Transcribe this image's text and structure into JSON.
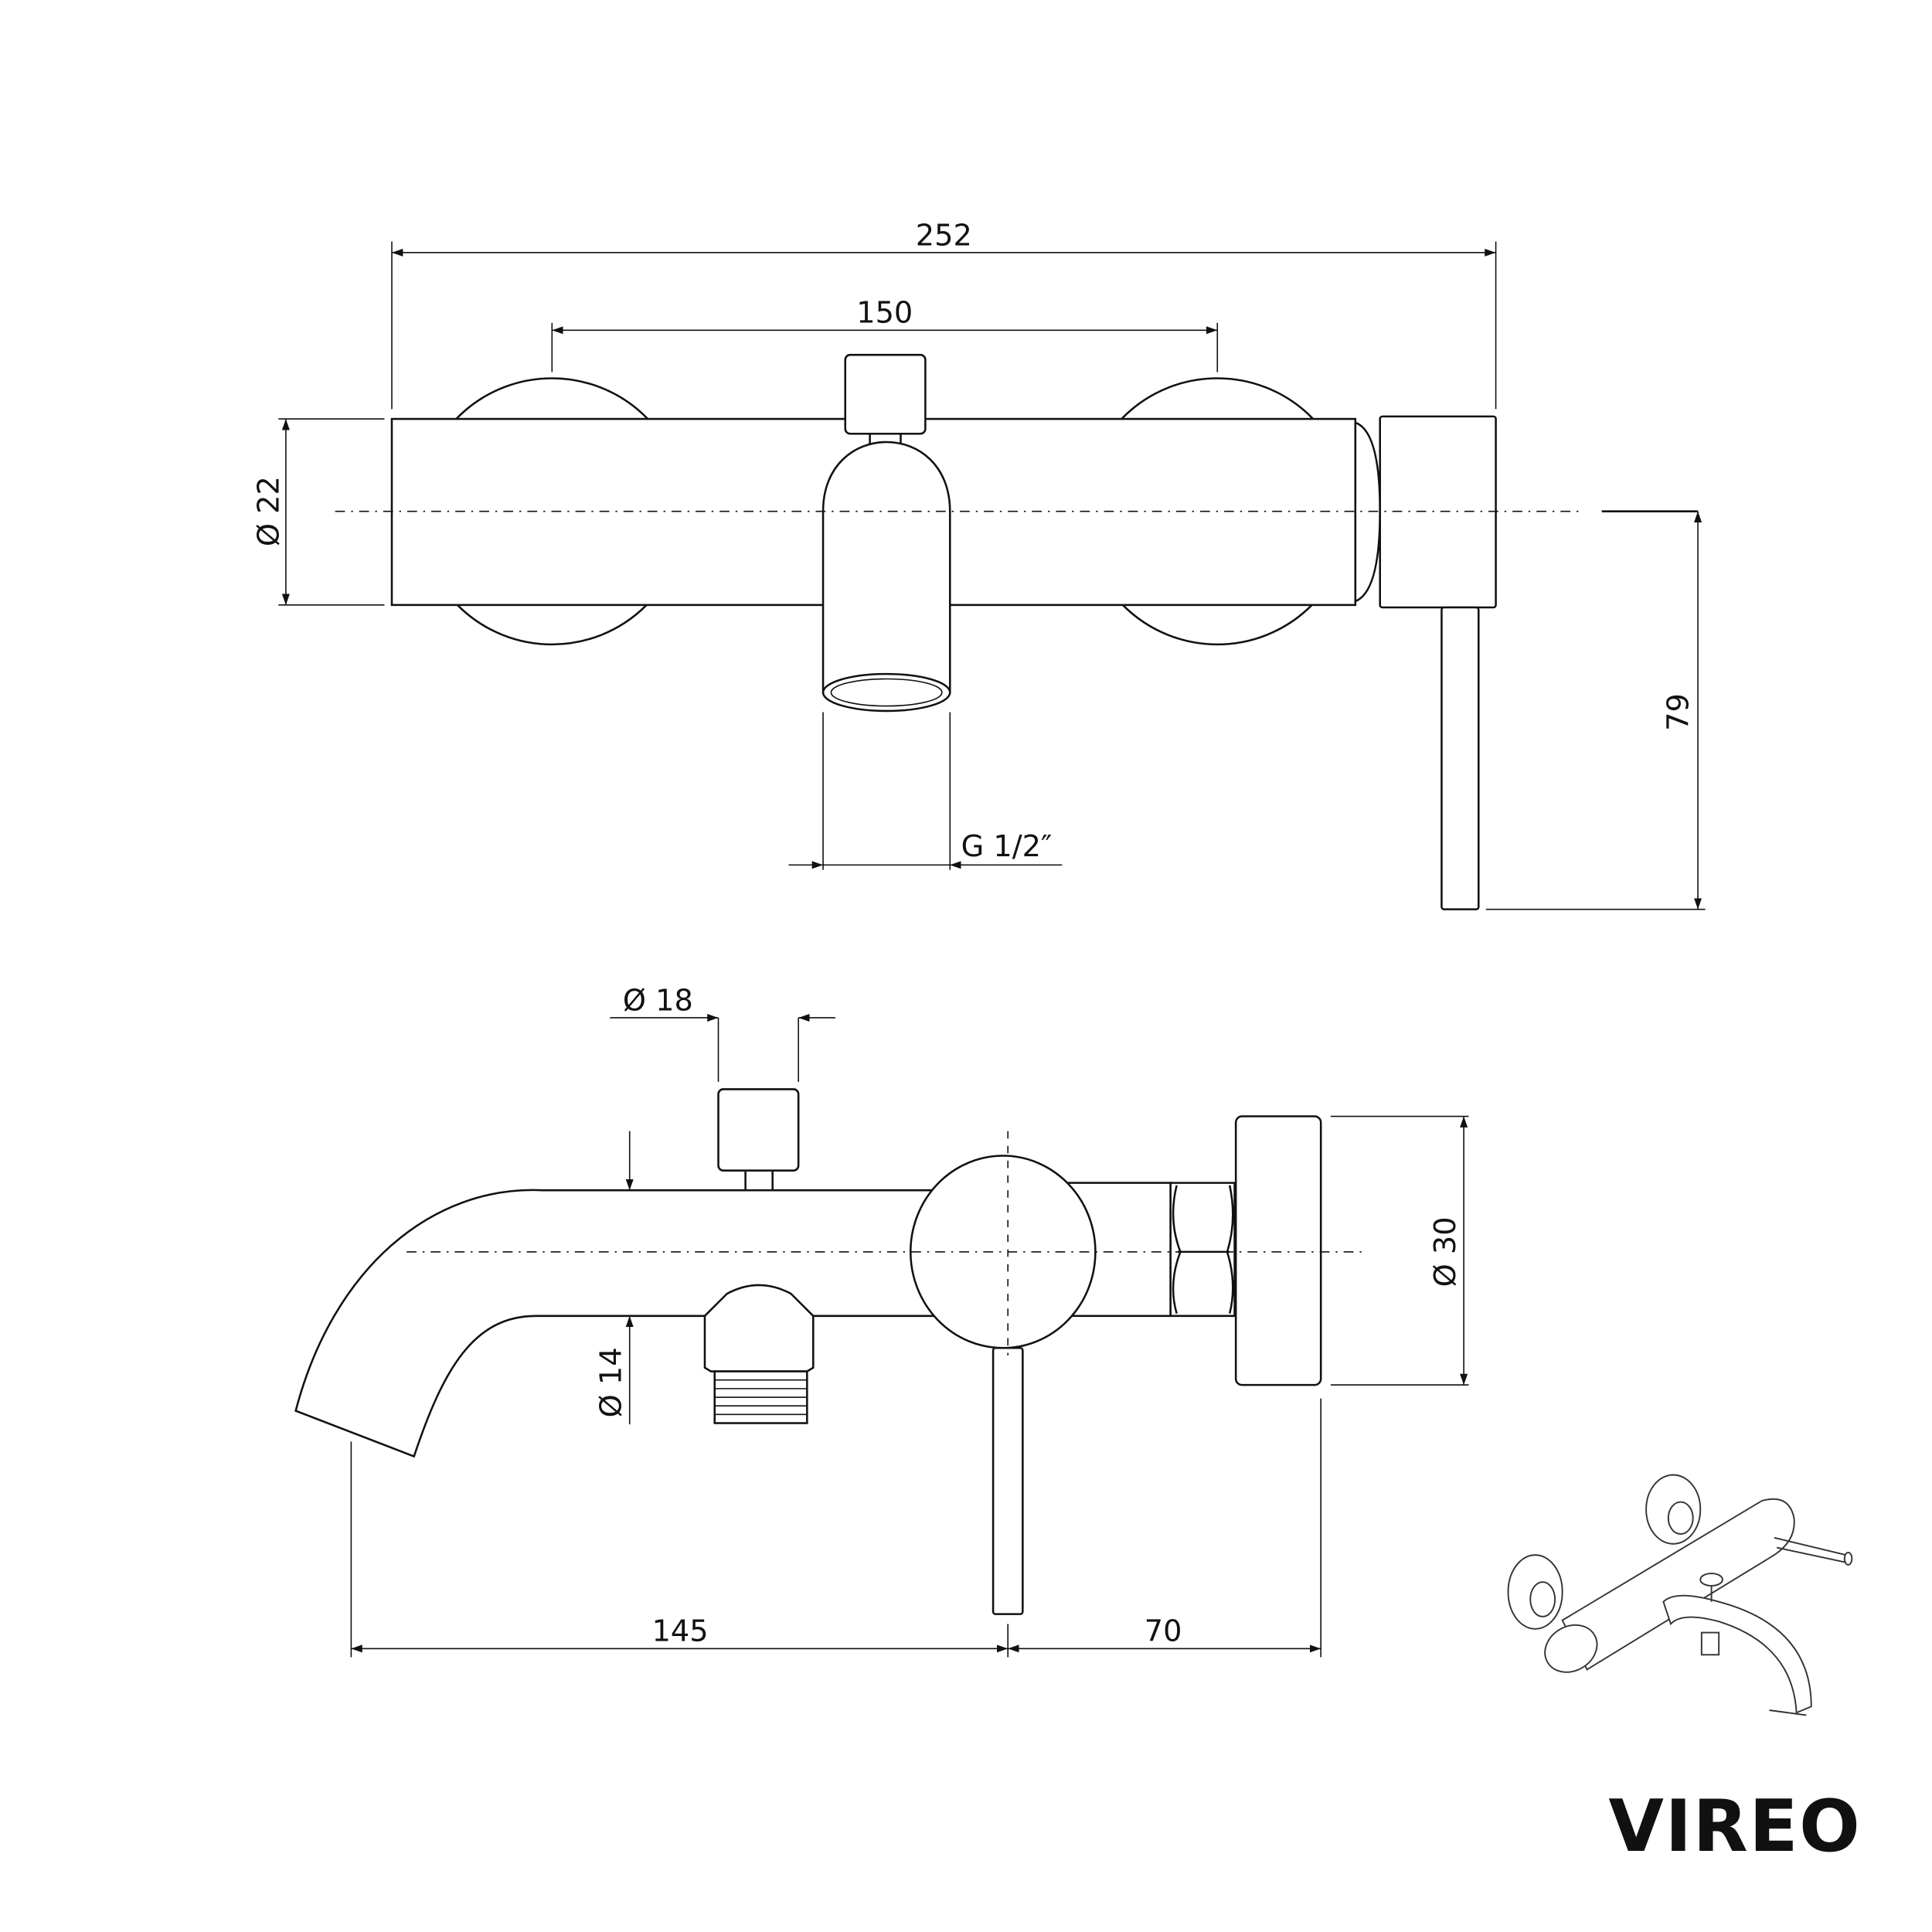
{
  "title": "Bath mixer technical drawing",
  "brand": "VIREO",
  "top_view": {
    "dim_overall_width": "252",
    "dim_rosette_spacing": "150",
    "dim_body_diameter": "Ø 22",
    "dim_lever_height": "79",
    "dim_outlet_thread": "G 1/2″"
  },
  "side_view": {
    "dim_diverter_diameter": "Ø 18",
    "dim_spout_diameter": "Ø 14",
    "dim_rosette_diameter": "Ø 30",
    "dim_spout_projection": "145",
    "dim_wall_to_lever": "70"
  }
}
